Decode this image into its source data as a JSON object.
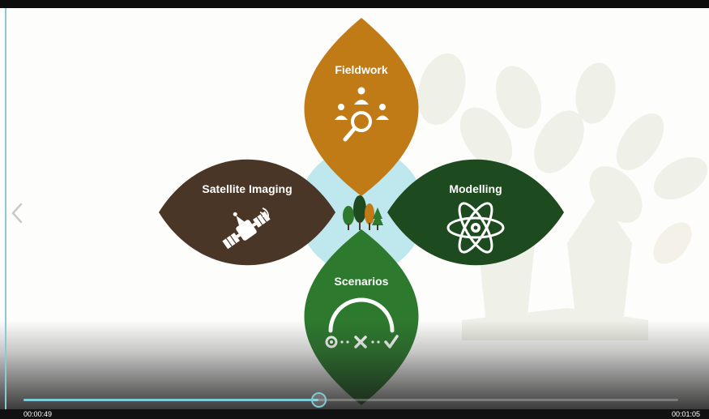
{
  "petals": {
    "top": {
      "label": "Fieldwork",
      "color": "#c07b17"
    },
    "left": {
      "label": "Satellite Imaging",
      "color": "#4a3627"
    },
    "right": {
      "label": "Modelling",
      "color": "#1d4a1f"
    },
    "bottom": {
      "label": "Scenarios",
      "color": "#2d7a2e"
    }
  },
  "center_circle_color": "#bfe7ee",
  "progress": {
    "fraction": 0.45,
    "current_time": "00:00:49",
    "total_time": "00:01:05",
    "accent": "#7ccbd8"
  },
  "icons": {
    "top": "people-search-icon",
    "left": "satellite-icon",
    "right": "atom-icon",
    "bottom": "path-arc-icon",
    "center": "trees-icon",
    "nav": "chevron-left-icon"
  }
}
